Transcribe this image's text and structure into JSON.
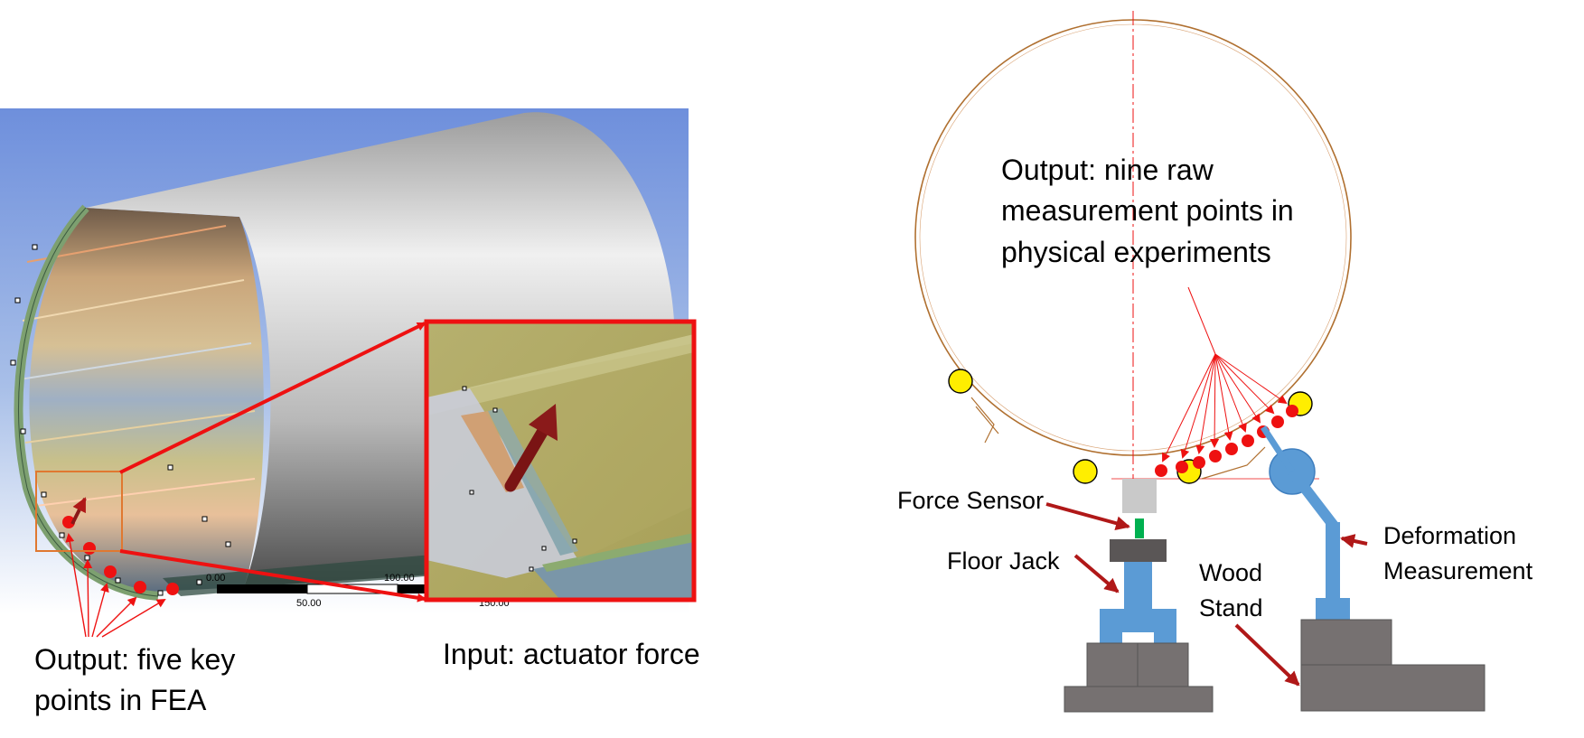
{
  "left": {
    "caption_output": [
      "Output: five key",
      "points in FEA"
    ],
    "caption_input": "Input: actuator force",
    "scale_ticks": [
      "0.00",
      "100.00",
      "50.00",
      "150.00"
    ]
  },
  "right": {
    "caption_output": [
      "Output: nine raw",
      "measurement points in",
      "physical experiments"
    ],
    "force_sensor": "Force Sensor",
    "floor_jack": "Floor Jack",
    "wood_stand": [
      "Wood",
      "Stand"
    ],
    "deformation": [
      "Deformation",
      "Measurement"
    ]
  },
  "colors": {
    "highlight_red": "#ee1111",
    "point_red": "#ee1111",
    "support_yellow": "#ffee00",
    "arrow_darkred": "#b01818",
    "fixture_blue": "#5b9bd5",
    "block_gray": "#767171",
    "sensor_green": "#00b050",
    "ring_brown": "#b07030"
  }
}
